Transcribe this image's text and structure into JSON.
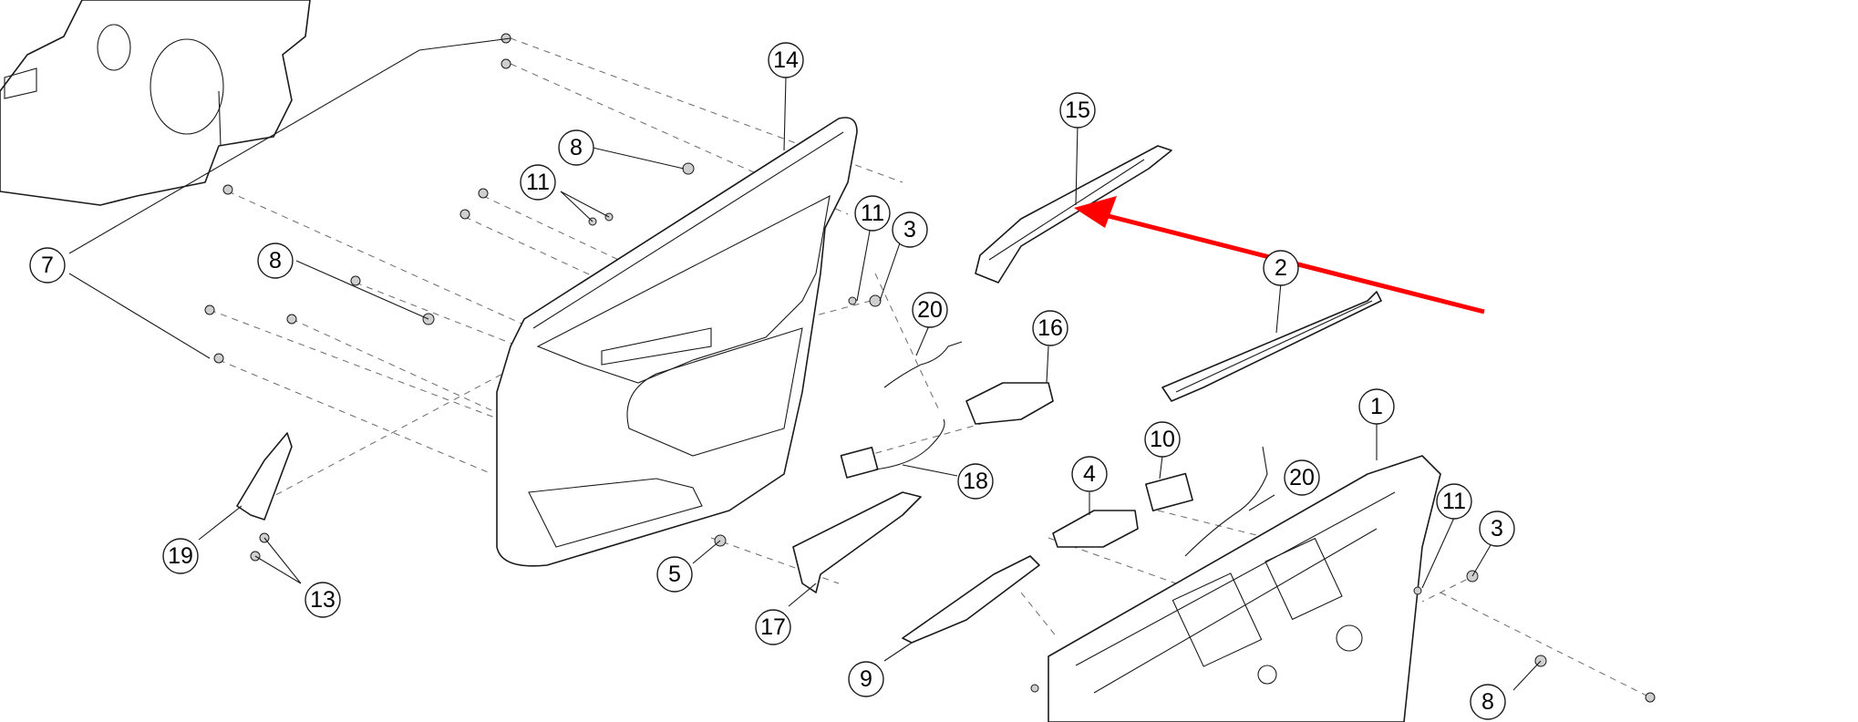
{
  "figure": {
    "callouts": [
      {
        "label": "14"
      },
      {
        "label": "15"
      },
      {
        "label": "8"
      },
      {
        "label": "11"
      },
      {
        "label": "11"
      },
      {
        "label": "3"
      },
      {
        "label": "7"
      },
      {
        "label": "8"
      },
      {
        "label": "20"
      },
      {
        "label": "16"
      },
      {
        "label": "2"
      },
      {
        "label": "1"
      },
      {
        "label": "10"
      },
      {
        "label": "20"
      },
      {
        "label": "4"
      },
      {
        "label": "18"
      },
      {
        "label": "11"
      },
      {
        "label": "3"
      },
      {
        "label": "19"
      },
      {
        "label": "13"
      },
      {
        "label": "5"
      },
      {
        "label": "17"
      },
      {
        "label": "9"
      },
      {
        "label": "8"
      }
    ],
    "arrow_color": "#ff0000",
    "line_color": "#1a1a1a",
    "background": "#ffffff"
  }
}
